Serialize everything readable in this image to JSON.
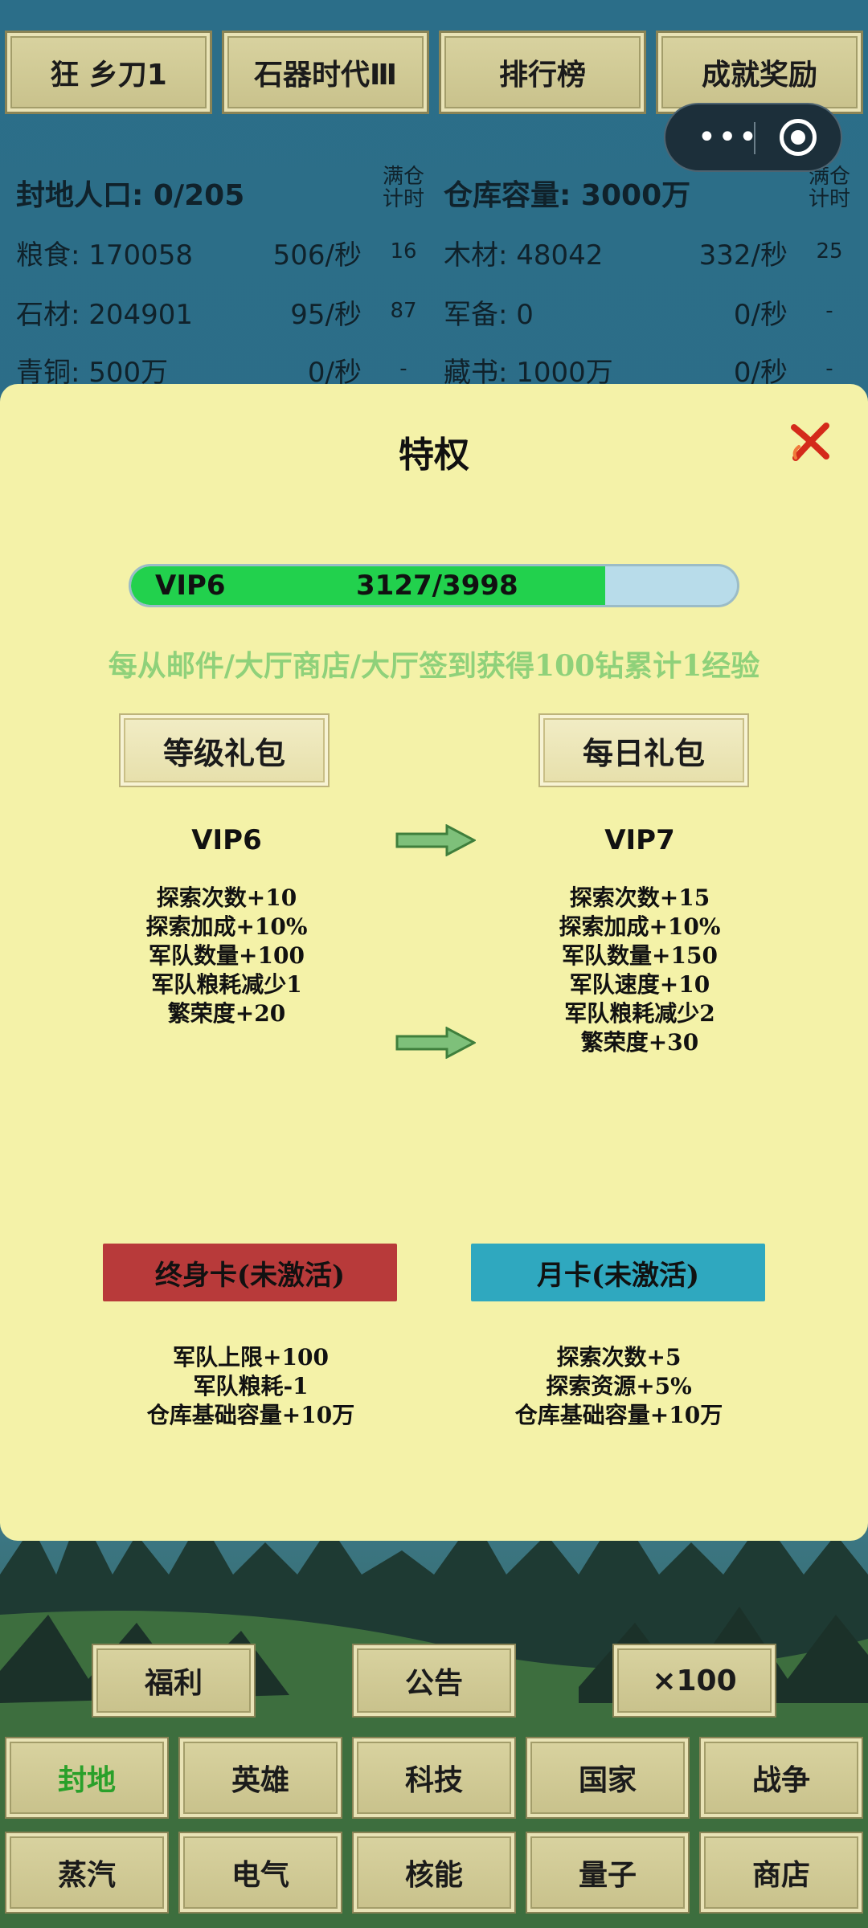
{
  "top_tabs": [
    "狂 乡刀1",
    "石器时代Ⅲ",
    "排行榜",
    "成就奖励"
  ],
  "capsule": {
    "more_icon": "more-dots-icon",
    "close_icon": "circle-close-icon"
  },
  "resources": {
    "population": "封地人口: 0/205",
    "storage": "仓库容量: 3000万",
    "full_time_label_left": "满仓计时",
    "full_time_label_right": "满仓计时",
    "rows": [
      {
        "left_name": "粮食: 170058",
        "left_rate": "506/秒",
        "left_time": "16",
        "right_name": "木材: 48042",
        "right_rate": "332/秒",
        "right_time": "25"
      },
      {
        "left_name": "石材: 204901",
        "left_rate": "95/秒",
        "left_time": "87",
        "right_name": "军备: 0",
        "right_rate": "0/秒",
        "right_time": "-"
      },
      {
        "left_name": "青铜: 500万",
        "left_rate": "0/秒",
        "left_time": "-",
        "right_name": "藏书: 1000万",
        "right_rate": "0/秒",
        "right_time": "-"
      }
    ]
  },
  "modal": {
    "title": "特权",
    "vip_level": "VIP6",
    "vip_progress_text": "3127/3998",
    "vip_progress_value": 0.782,
    "exp_tip": "每从邮件/大厅商店/大厅签到获得100钻累计1经验",
    "level_gift": "等级礼包",
    "daily_gift": "每日礼包",
    "current_vip": "VIP6",
    "next_vip": "VIP7",
    "current_perks": [
      "探索次数+10",
      "探索加成+10%",
      "军队数量+100",
      "军队粮耗减少1",
      "繁荣度+20"
    ],
    "next_perks": [
      "探索次数+15",
      "探索加成+10%",
      "军队数量+150",
      "军队速度+10",
      "军队粮耗减少2",
      "繁荣度+30"
    ],
    "lifetime_card": "终身卡(未激活)",
    "monthly_card": "月卡(未激活)",
    "lifetime_perks": [
      "军队上限+100",
      "军队粮耗-1",
      "仓库基础容量+10万"
    ],
    "monthly_perks": [
      "探索次数+5",
      "探索资源+5%",
      "仓库基础容量+10万"
    ],
    "colors": {
      "lifetime": "#b83a3a",
      "monthly": "#2fa8bf",
      "progress": "#22d14d"
    }
  },
  "bottom_buttons": [
    "福利",
    "公告",
    "×100"
  ],
  "nav_row1": [
    "封地",
    "英雄",
    "科技",
    "国家",
    "战争"
  ],
  "nav_row2": [
    "蒸汽",
    "电气",
    "核能",
    "量子",
    "商店"
  ]
}
